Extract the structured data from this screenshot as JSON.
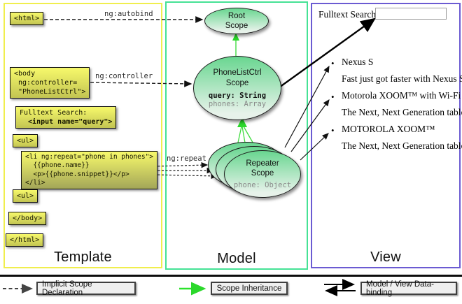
{
  "columns": {
    "template_title": "Template",
    "model_title": "Model",
    "view_title": "View"
  },
  "template": {
    "html_open": "<html>",
    "body_open": "<body\n ng:controller=\n \"PhoneListCtrl\">",
    "fulltext_label": "Fulltext Search:",
    "fulltext_input_code": "  <input name=\"query\">",
    "ul_open": "<ul>",
    "li_repeat": "<li ng:repeat=\"phone in phones\">\n  {{phone.name}}\n  <p>{{phone.snippet}}</p>\n</li>",
    "ul_close": "<ul>",
    "body_close": "</body>",
    "html_close": "</html>"
  },
  "labels": {
    "ng_autobind": "ng:autobind",
    "ng_controller": "ng:controller",
    "ng_repeat": "ng:repeat"
  },
  "model": {
    "root_scope_name": "Root\nScope",
    "phonelist_scope_name": "PhoneListCtrl\nScope",
    "phonelist_prop_query": "query: String",
    "phonelist_prop_phones": "phones: Array",
    "repeater_scope_name": "Repeater\nScope",
    "repeater_prop_phone": "phone: Object"
  },
  "view": {
    "search_label": "Fulltext Search:",
    "search_value": "",
    "bullet_glyph": "•",
    "items": [
      {
        "title": "Nexus S",
        "snippet": "Fast just got faster with Nexus S."
      },
      {
        "title": "Motorola XOOM™ with Wi-Fi",
        "snippet": "The Next, Next Generation tablet."
      },
      {
        "title": "MOTOROLA XOOM™",
        "snippet": "The Next, Next Generation tablet."
      }
    ]
  },
  "legend": {
    "implicit": "Implicit Scope Declaration",
    "inheritance": "Scope Inheritance",
    "binding": "Model / View Data-binding"
  },
  "colors": {
    "template_border": "#f0ee4e",
    "model_border": "#45e295",
    "view_border": "#6b5bd2",
    "scope_green_top": "#69d690",
    "arrow_green": "#2bd82b",
    "box_yellow_top": "#f7f96b"
  }
}
